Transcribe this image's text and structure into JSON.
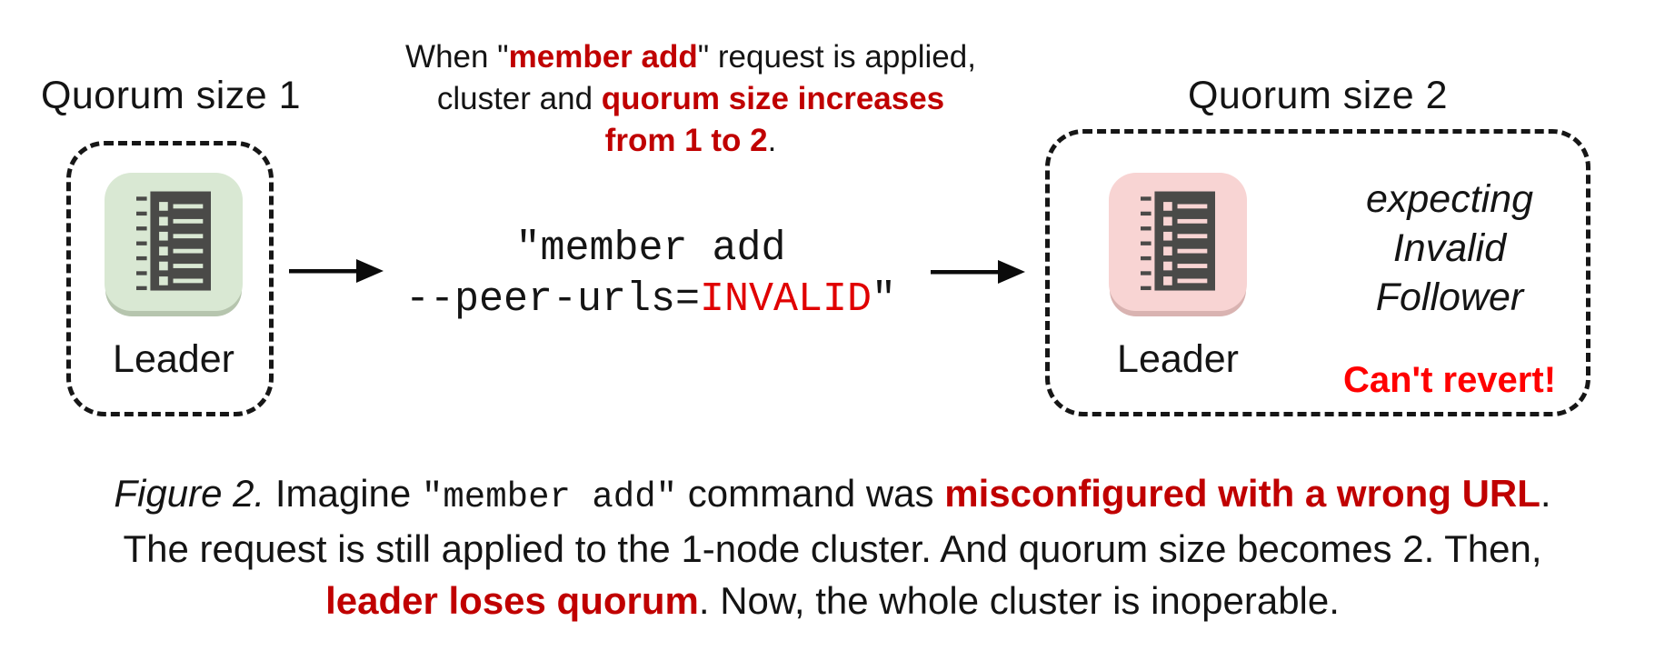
{
  "colors": {
    "red_dark": "#c00000",
    "red_code": "#e00000",
    "red_bright": "#ff0000",
    "node_green": "#d9e8d3",
    "node_green_shadow": "#b6c5ae",
    "node_pink": "#f8d4d3",
    "node_pink_shadow": "#d9b3b1",
    "icon_dark": "#4a4a48"
  },
  "left_cluster": {
    "title": "Quorum size 1",
    "node_label": "Leader"
  },
  "top_note": {
    "l1a": "When \"",
    "l1b": "member add",
    "l1c": "\" request is applied,",
    "l2a": "cluster and ",
    "l2b": "quorum size increases",
    "l3a": "from 1 to 2",
    "l3b": "."
  },
  "command": {
    "l1": "\"member add",
    "l2a": "--peer-urls=",
    "l2b": "INVALID",
    "l2c": "\""
  },
  "right_cluster": {
    "title": "Quorum size 2",
    "node_label": "Leader",
    "expecting": [
      "expecting",
      "Invalid",
      "Follower"
    ],
    "warning": "Can't revert!"
  },
  "caption": {
    "l1a": "Figure 2.",
    "l1b": " Imagine ",
    "l1c": "\"member add\"",
    "l1d": " command was ",
    "l1e": "misconfigured with a wrong URL",
    "l1f": ".",
    "l2": "The request is still applied to the 1-node cluster. And quorum size becomes 2. Then,",
    "l3a": "leader loses quorum",
    "l3b": ". Now, the whole cluster is inoperable."
  }
}
